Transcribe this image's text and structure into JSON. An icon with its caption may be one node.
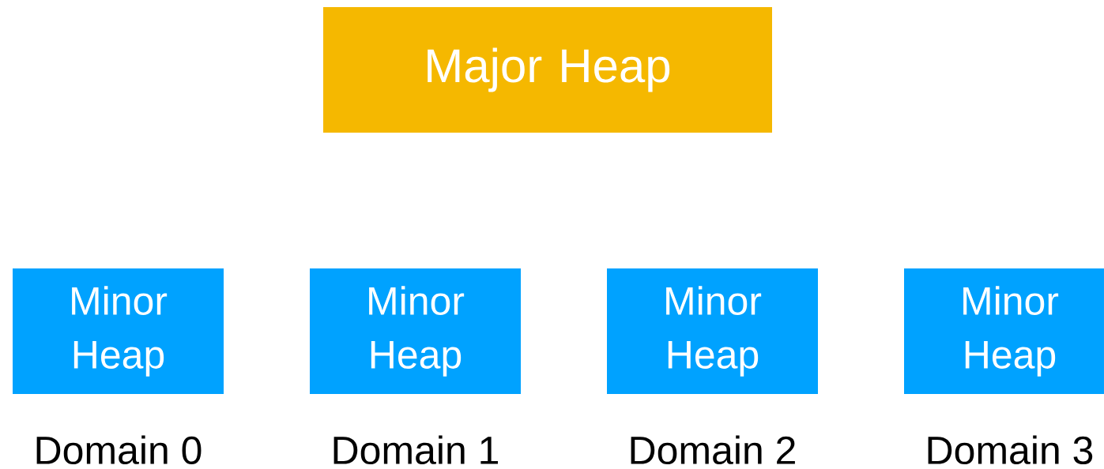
{
  "diagram": {
    "nodes": [
      {
        "text": [
          "Major Heap"
        ]
      },
      {
        "text": [
          "Minor Heap"
        ],
        "beside": [
          "Domain 0"
        ]
      },
      {
        "text": [
          "Minor Heap"
        ],
        "beside": [
          "Domain 1"
        ]
      },
      {
        "text": [
          "Minor Heap"
        ],
        "beside": [
          "Domain 2"
        ]
      },
      {
        "text": [
          "Minor Heap"
        ],
        "beside": [
          "Domain 3"
        ]
      }
    ]
  }
}
